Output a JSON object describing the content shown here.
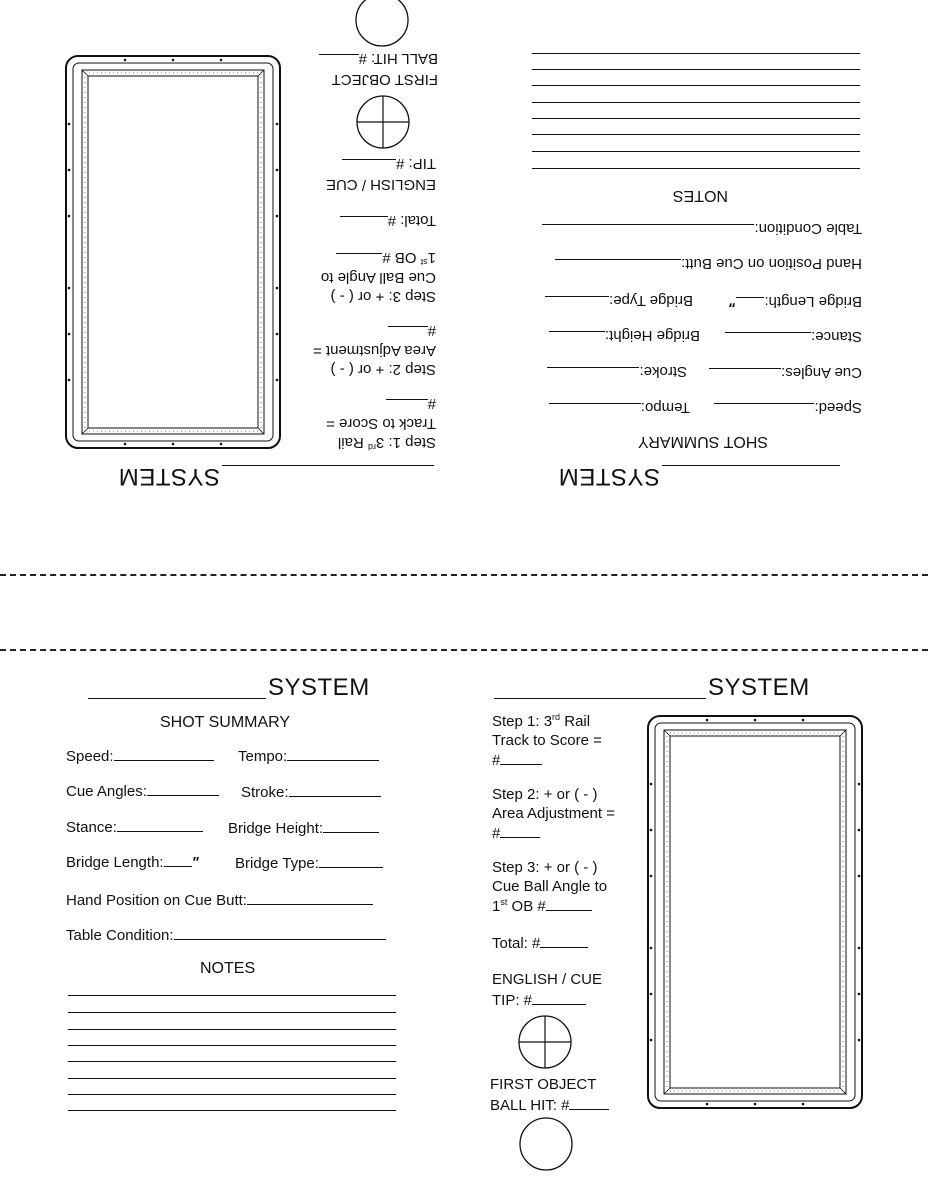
{
  "card": {
    "system_title": "SYSTEM",
    "shot_summary": "SHOT SUMMARY",
    "speed": "Speed:",
    "tempo": "Tempo:",
    "cue_angles": "Cue Angles:",
    "stroke": "Stroke:",
    "stance": "Stance:",
    "bridge_height": "Bridge Height:",
    "bridge_length": "Bridge Length:",
    "bridge_length_unit": "\"",
    "bridge_type": "Bridge Type:",
    "hand_position": "Hand Position on Cue Butt:",
    "table_condition": "Table Condition:",
    "notes": "NOTES",
    "step1_a": "Step 1: 3",
    "step1_sup": "rd",
    "step1_b": " Rail",
    "step1_c": "Track to Score =",
    "step1_d": "#",
    "step2_a": "Step 2: + or ( - )",
    "step2_b": "Area Adjustment =",
    "step2_c": "#",
    "step3_a": "Step 3: + or ( - )",
    "step3_b": "Cue Ball Angle to",
    "step3_c": "1",
    "step3_sup": "st",
    "step3_d": " OB #",
    "total": "Total: #",
    "english_a": "ENGLISH / CUE",
    "english_b": "TIP: #",
    "first_a": "FIRST OBJECT",
    "first_b": "BALL HIT: #"
  }
}
